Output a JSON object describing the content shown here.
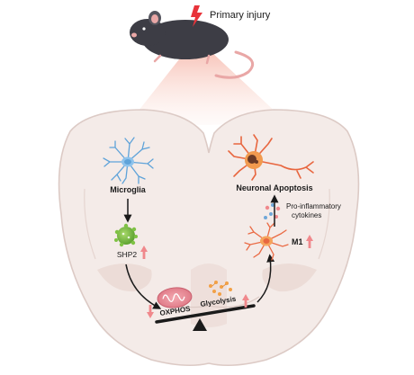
{
  "labels": {
    "primary_injury": "Primary injury",
    "microglia": "Microglia",
    "shp2": "SHP2",
    "oxphos": "OXPHOS",
    "glycolysis": "Glycolysis",
    "m1": "M1",
    "cytokines_line1": "Pro-inflammatory",
    "cytokines_line2": "cytokines",
    "neuronal_apoptosis": "Neuronal Apoptosis"
  },
  "colors": {
    "increase_arrow": "#f0888c",
    "decrease_arrow": "#f0888c",
    "microglia_resting": "#5fa3d9",
    "microglia_activated": "#e8663f",
    "brain_tissue": "#f3e9e6",
    "brain_outline": "#dcc9c4",
    "spotlight": "#f6b9ad",
    "injury_mark": "#e8333a",
    "mouse_body": "#3d3d45",
    "mouse_tail": "#e9a7a6"
  },
  "icons": {
    "up_arrow": "up-arrow-icon",
    "down_arrow": "down-arrow-icon",
    "mitochondrion": "mitochondrion-icon",
    "lightning": "lightning-icon"
  }
}
